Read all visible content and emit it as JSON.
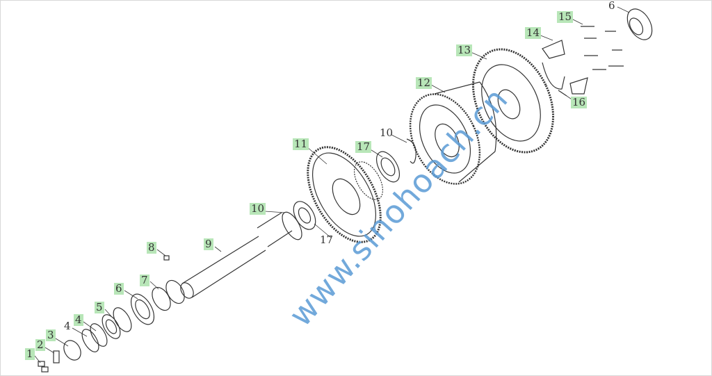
{
  "watermark": "www.sinohoach.cn",
  "callouts": [
    {
      "number": "1",
      "highlighted": true
    },
    {
      "number": "2",
      "highlighted": true
    },
    {
      "number": "3",
      "highlighted": true
    },
    {
      "number": "4",
      "highlighted": false
    },
    {
      "number": "4",
      "highlighted": true
    },
    {
      "number": "5",
      "highlighted": true
    },
    {
      "number": "6",
      "highlighted": true
    },
    {
      "number": "7",
      "highlighted": true
    },
    {
      "number": "8",
      "highlighted": true
    },
    {
      "number": "9",
      "highlighted": true
    },
    {
      "number": "10",
      "highlighted": true
    },
    {
      "number": "17",
      "highlighted": false
    },
    {
      "number": "11",
      "highlighted": true
    },
    {
      "number": "17",
      "highlighted": true
    },
    {
      "number": "10",
      "highlighted": false
    },
    {
      "number": "12",
      "highlighted": true
    },
    {
      "number": "13",
      "highlighted": true
    },
    {
      "number": "14",
      "highlighted": true
    },
    {
      "number": "15",
      "highlighted": true
    },
    {
      "number": "6",
      "highlighted": false
    },
    {
      "number": "16",
      "highlighted": true
    }
  ],
  "colors": {
    "highlight": "#b8e6b8",
    "line": "#333333",
    "watermark": "#5a9bd5"
  }
}
